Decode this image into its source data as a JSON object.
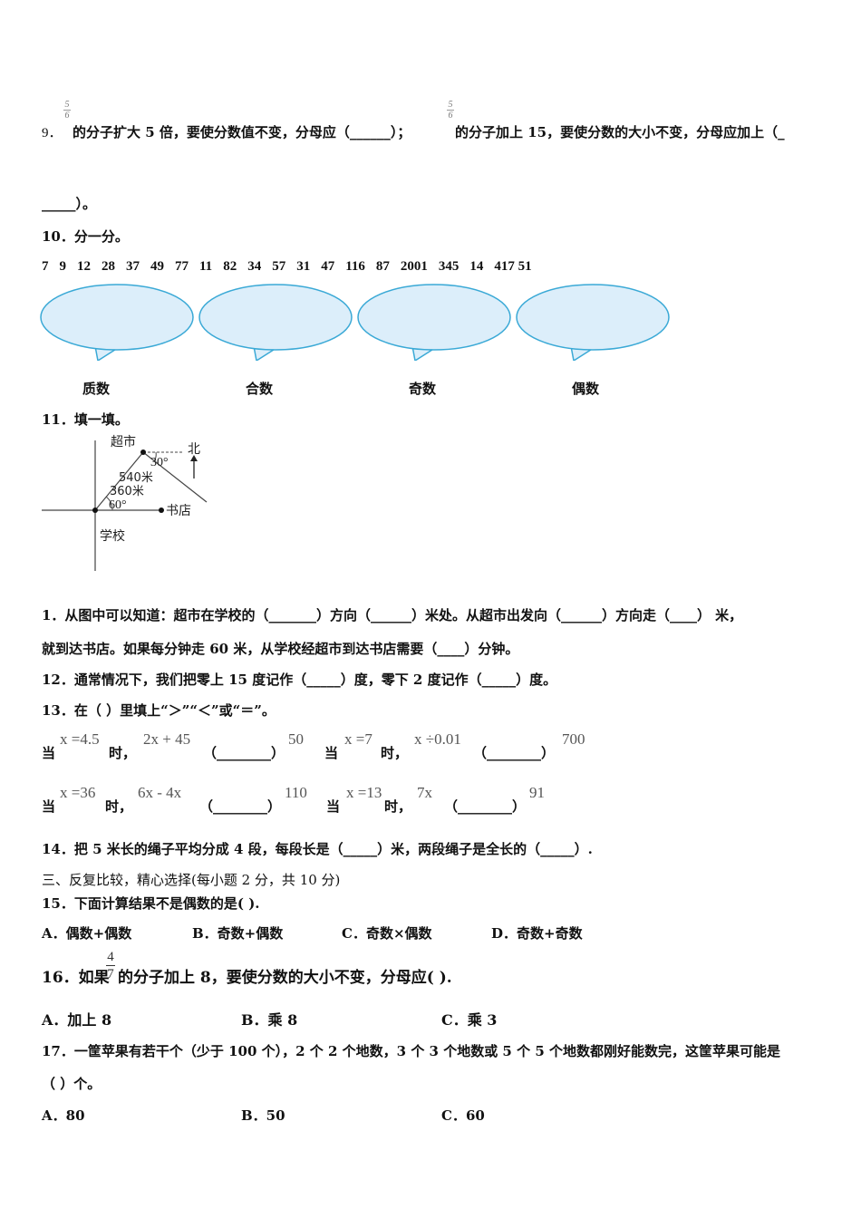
{
  "q9": {
    "number": "9．",
    "frac_num": "5",
    "frac_den": "6",
    "text_a": "的分子扩大 5 倍，要使分数值不变，分母应（______）；",
    "text_b": "的分子加上 15，要使分数的大小不变，分母应加上（_",
    "text_c": "_____）。"
  },
  "q10": {
    "title": "10．分一分。",
    "numbers": [
      "7",
      "9",
      "12",
      "28",
      "37",
      "49",
      "77",
      "11",
      "82",
      "34",
      "57",
      "31",
      "47",
      "116",
      "87",
      "2001",
      "345",
      "14",
      "417 51"
    ],
    "labels": [
      "质数",
      "合数",
      "奇数",
      "偶数"
    ],
    "bubble_fill": "#dceefa",
    "bubble_stroke": "#3aa9d6"
  },
  "q11": {
    "title": "11．填一填。",
    "diagram": {
      "market": "超市",
      "north": "北",
      "angle_30": "30°",
      "dist_540": "540米",
      "dist_360": "360米",
      "angle_60": "60°",
      "bookstore": "书店",
      "school": "学校"
    },
    "line1": "1．从图中可以知道：超市在学校的（_______）方向（______）米处。从超市出发向（______）方向走（____） 米，",
    "line2": "就到达书店。如果每分钟走 60 米，从学校经超市到达书店需要（____）分钟。"
  },
  "q12": {
    "text": "12．通常情况下，我们把零上 15 度记作（_____）度，零下 2 度记作（_____）度。"
  },
  "q13": {
    "title": "13．在（  ）里填上“＞”“＜”或“＝”。",
    "row1": [
      {
        "pre": "当",
        "cond": "x =4.5",
        "post": "时，",
        "expr": "2x + 45",
        "blank": "（________）",
        "val": "50"
      },
      {
        "pre": "当",
        "cond": "x =7",
        "post": "时，",
        "expr": "x ÷0.01",
        "blank": "（________）",
        "val": "700"
      }
    ],
    "row2": [
      {
        "pre": "当",
        "cond": "x =36",
        "post": "时，",
        "expr": "6x - 4x",
        "blank": "（________）",
        "val": "110"
      },
      {
        "pre": "当",
        "cond": "x =13",
        "post": "时，",
        "expr": "7x",
        "blank": "（________）",
        "val": "91"
      }
    ]
  },
  "q14": {
    "text": "14．把 5 米长的绳子平均分成 4 段，每段长是（_____）米，两段绳子是全长的（_____）."
  },
  "section3": {
    "text": "三、反复比较，精心选择(每小题 2 分，共 10 分)"
  },
  "q15": {
    "text": "15．下面计算结果不是偶数的是(    ).",
    "options": [
      "A．偶数+偶数",
      "B．奇数+偶数",
      "C．奇数×偶数",
      "D．奇数+奇数"
    ]
  },
  "q16": {
    "pre": "16．如果",
    "frac_num": "4",
    "frac_den": "7",
    "post": "的分子加上 8，要使分数的大小不变，分母应(   ).",
    "options": [
      "A．加上 8",
      "B．乘 8",
      "C．乘 3"
    ]
  },
  "q17": {
    "line1": "17．一筐苹果有若干个（少于 100 个），2 个 2 个地数，3 个 3 个地数或 5 个 5 个地数都刚好能数完，这筐苹果可能是",
    "line2": "（    ）个。",
    "options": [
      "A．80",
      "B．50",
      "C．60"
    ]
  }
}
